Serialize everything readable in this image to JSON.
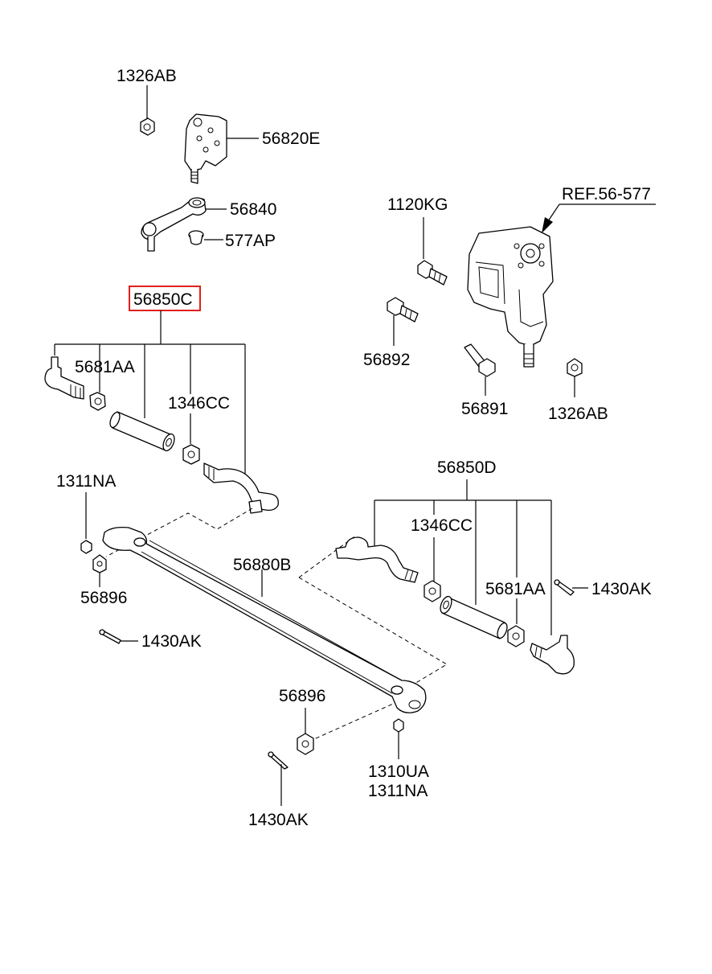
{
  "labels": {
    "nut_1326AB_top": "1326AB",
    "bracket_56820E": "56820E",
    "arm_56840": "56840",
    "cap_577AP": "577AP",
    "assy_56850C": "56850C",
    "end_5681AA_left": "5681AA",
    "nut_1346CC_left": "1346CC",
    "bolt_1120KG": "1120KG",
    "ref_gear": "REF.56-577",
    "bolt_56892": "56892",
    "bolt_56891": "56891",
    "nut_1326AB_right": "1326AB",
    "nut_1311NA_left": "1311NA",
    "nut_56896_left": "56896",
    "pin_1430AK_left": "1430AK",
    "rod_56880B": "56880B",
    "assy_56850D": "56850D",
    "nut_1346CC_right": "1346CC",
    "end_5681AA_right": "5681AA",
    "pin_1430AK_right": "1430AK",
    "nut_56896_bottom": "56896",
    "nut_1310UA": "1310UA",
    "nut_1311NA_bottom": "1311NA",
    "pin_1430AK_bottom": "1430AK"
  },
  "highlight_color": "#e0201b"
}
